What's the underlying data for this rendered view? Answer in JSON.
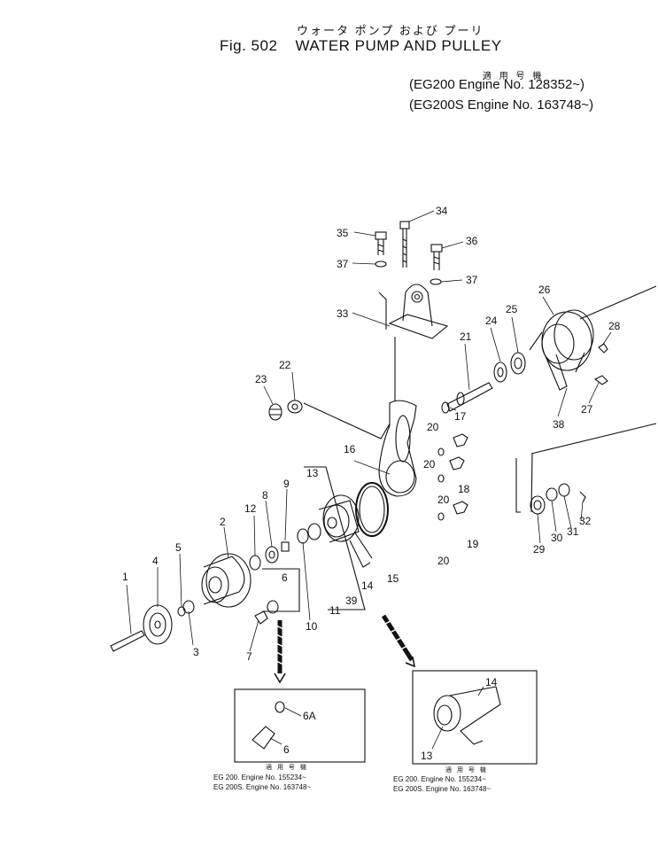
{
  "header": {
    "japanese_title": "ウォータ ポンプ および プーリ",
    "fig_number": "Fig. 502",
    "title": "WATER PUMP AND PULLEY",
    "applicable_heading": "適 用 号 機",
    "applicability": [
      "(EG200  Engine No. 128352~)",
      "(EG200S Engine No. 163748~)"
    ]
  },
  "callouts": [
    "1",
    "2",
    "3",
    "4",
    "5",
    "6",
    "7",
    "8",
    "9",
    "10",
    "11",
    "12",
    "13",
    "14",
    "15",
    "16",
    "17",
    "18",
    "19",
    "20",
    "20",
    "20",
    "20",
    "21",
    "22",
    "23",
    "24",
    "25",
    "26",
    "27",
    "28",
    "29",
    "30",
    "31",
    "32",
    "33",
    "34",
    "35",
    "36",
    "37",
    "37",
    "38",
    "39"
  ],
  "inset_left": {
    "callouts": [
      "6A",
      "6"
    ],
    "applicable_heading": "適 用 号 機",
    "lines": [
      "EG 200.    Engine No. 155234~",
      "EG 200S.  Engine No. 163748~"
    ]
  },
  "inset_right": {
    "callouts": [
      "14",
      "13"
    ],
    "applicable_heading": "適 用 号 機",
    "lines": [
      "EG 200.    Engine No. 155234~",
      "EG 200S.  Engine No. 163748~"
    ]
  }
}
